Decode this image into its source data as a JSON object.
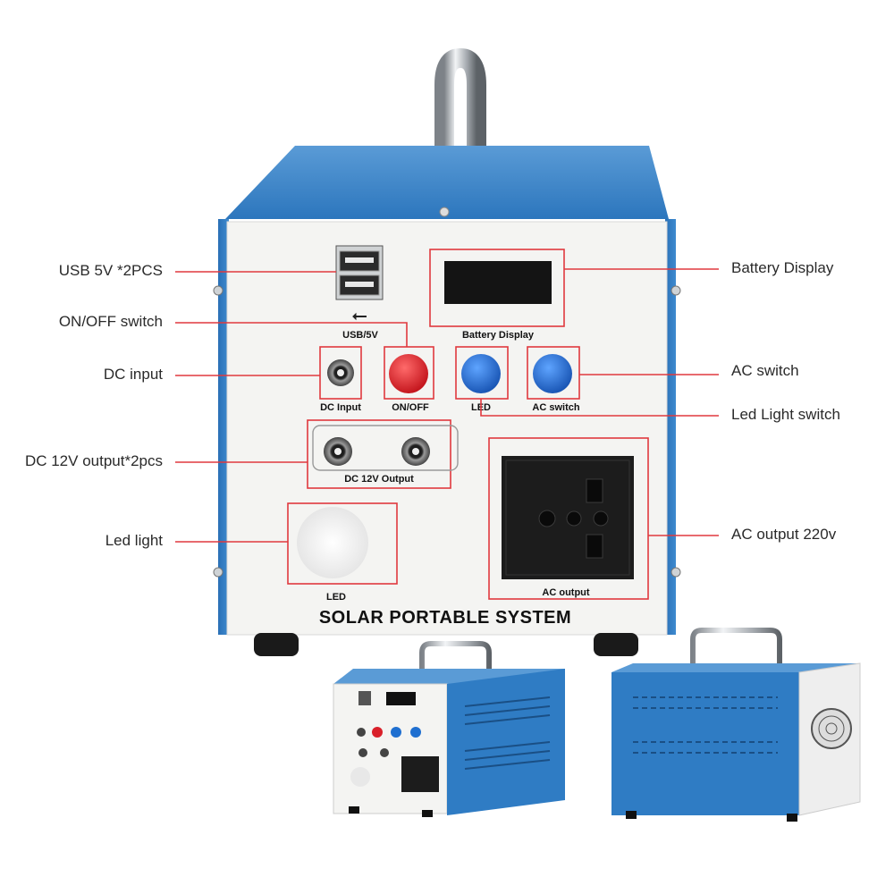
{
  "product": {
    "brand_text": "SOLAR PORTABLE SYSTEM"
  },
  "panel_labels": {
    "usb": "USB/5V",
    "battery_display": "Battery  Display",
    "dc_input": "DC Input",
    "on_off": "ON/OFF",
    "led_button": "LED",
    "ac_switch": "AC switch",
    "dc_output": "DC 12V  Output",
    "led_light": "LED",
    "ac_output": "AC output"
  },
  "callouts": {
    "left": [
      {
        "id": "usb",
        "label": "USB 5V *2PCS"
      },
      {
        "id": "on-off-switch",
        "label": "ON/OFF switch"
      },
      {
        "id": "dc-input",
        "label": "DC input"
      },
      {
        "id": "dc-output",
        "label": "DC 12V output*2pcs"
      },
      {
        "id": "led-light",
        "label": "Led light"
      }
    ],
    "right": [
      {
        "id": "battery-display",
        "label": "Battery  Display"
      },
      {
        "id": "ac-switch",
        "label": "AC switch"
      },
      {
        "id": "led-light-switch",
        "label": "Led Light switch"
      },
      {
        "id": "ac-output",
        "label": "AC output 220v"
      }
    ]
  },
  "colors": {
    "casing_blue": "#2f7cc4",
    "highlight_red": "#e0393e",
    "button_red": "#d9202a",
    "button_blue": "#1f6fd0",
    "panel_white": "#f4f4f2"
  }
}
